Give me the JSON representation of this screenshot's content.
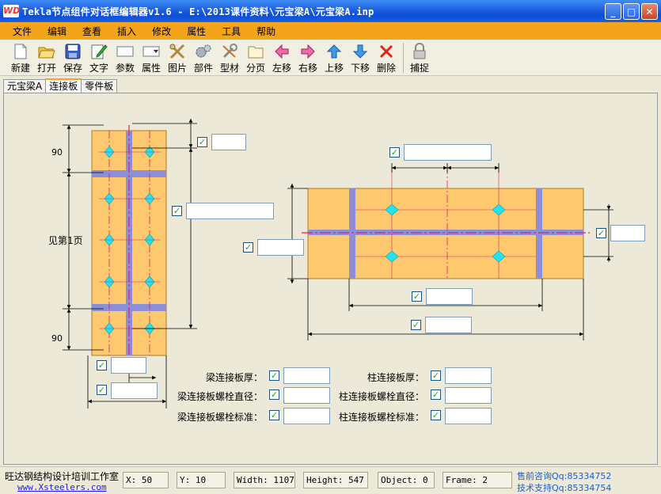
{
  "window": {
    "title": "Tekla节点组件对话框编辑器v1.6 - E:\\2013课件资料\\元宝梁A\\元宝梁A.inp",
    "logo": "WD",
    "min": "_",
    "max": "□",
    "close": "✕"
  },
  "menu": [
    "文件",
    "编辑",
    "查看",
    "插入",
    "修改",
    "属性",
    "工具",
    "帮助"
  ],
  "toolbar": {
    "new": "新建",
    "open": "打开",
    "save": "保存",
    "text": "文字",
    "param": "参数",
    "attr": "属性",
    "picture": "图片",
    "part": "部件",
    "profile": "型材",
    "page": "分页",
    "left": "左移",
    "right": "右移",
    "up": "上移",
    "down": "下移",
    "delete": "删除",
    "snap": "捕捉"
  },
  "tabs": [
    "元宝梁A",
    "连接板",
    "零件板"
  ],
  "drawing": {
    "dim_top": "90",
    "dim_mid": "见第1页",
    "dim_bottom": "90"
  },
  "fields": {
    "beam_plate_thickness": "梁连接板厚：",
    "beam_bolt_diameter": "梁连接板螺栓直径：",
    "beam_bolt_standard": "梁连接板螺栓标准：",
    "col_plate_thickness": "柱连接板厚：",
    "col_bolt_diameter": "柱连接板螺栓直径：",
    "col_bolt_standard": "柱连接板螺栓标准："
  },
  "check": "✓",
  "status": {
    "studio": "旺达钢结构设计培训工作室",
    "site": "www.Xsteelers.com",
    "x": "X: 50",
    "y": "Y: 10",
    "width": "Width: 1107",
    "height": "Height: 547",
    "object": "Object: 0",
    "frame": "Frame: 2",
    "presale": "售前咨询Qq:85334752",
    "support": "技术支持Qq:85334754"
  },
  "colors": {
    "plate": "#fdc86e",
    "stiffener": "#8b8fd8",
    "bolt": "#22e3ef",
    "centerline": "#e0206b"
  }
}
